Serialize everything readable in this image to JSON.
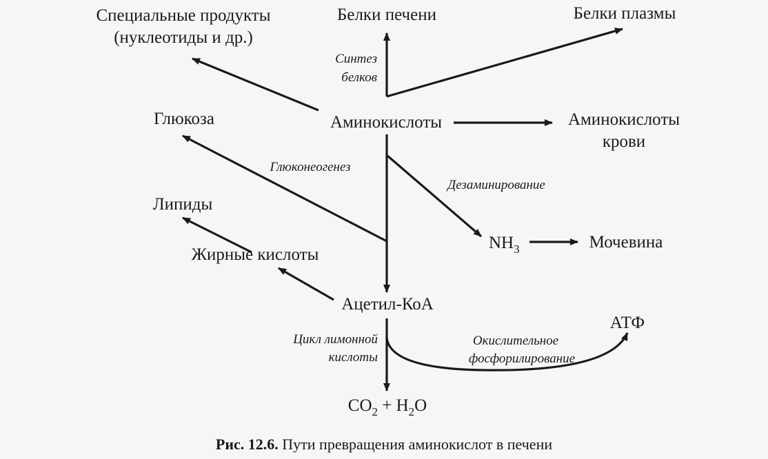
{
  "nodes": {
    "special_products_l1": "Специальные продукты",
    "special_products_l2": "(нуклеотиды и др.)",
    "liver_proteins": "Белки печени",
    "plasma_proteins": "Белки плазмы",
    "glucose": "Глюкоза",
    "amino_acids": "Аминокислоты",
    "blood_amino_acids_l1": "Аминокислоты",
    "blood_amino_acids_l2": "крови",
    "lipids": "Липиды",
    "fatty_acids": "Жирные кислоты",
    "nh3_base": "NH",
    "nh3_sub": "3",
    "urea": "Мочевина",
    "acetyl_coa": "Ацетил-КоА",
    "atp": "АТФ",
    "co2_part1": "CO",
    "co2_sub": "2",
    "co2_part2": " + H",
    "h2o_sub": "2",
    "h2o_part3": "O"
  },
  "processes": {
    "protein_synthesis_l1": "Синтез",
    "protein_synthesis_l2": "белков",
    "gluconeogenesis": "Глюконеогенез",
    "deamination": "Дезаминирование",
    "citric_cycle_l1": "Цикл лимонной",
    "citric_cycle_l2": "кислоты",
    "ox_phos_l1": "Окислительное",
    "ox_phos_l2": "фосфорилирование"
  },
  "caption": {
    "label": "Рис. 12.6.",
    "text": " Пути превращения аминокислот в печени"
  }
}
